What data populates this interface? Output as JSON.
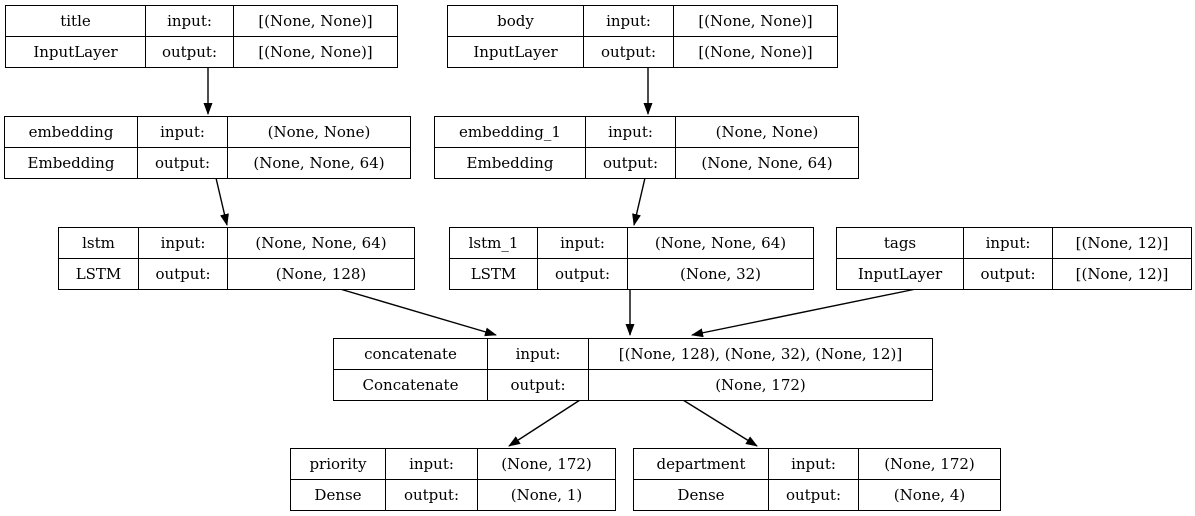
{
  "diagram": {
    "kind": "keras-model-plot",
    "background_color": "#ffffff",
    "line_color": "#000000"
  },
  "labels": {
    "input": "input:",
    "output": "output:"
  },
  "nodes": [
    {
      "id": "title",
      "name": "title",
      "type": "InputLayer",
      "input": "[(None, None)]",
      "output": "[(None, None)]"
    },
    {
      "id": "body",
      "name": "body",
      "type": "InputLayer",
      "input": "[(None, None)]",
      "output": "[(None, None)]"
    },
    {
      "id": "embedding",
      "name": "embedding",
      "type": "Embedding",
      "input": "(None, None)",
      "output": "(None, None, 64)"
    },
    {
      "id": "embedding_1",
      "name": "embedding_1",
      "type": "Embedding",
      "input": "(None, None)",
      "output": "(None, None, 64)"
    },
    {
      "id": "lstm",
      "name": "lstm",
      "type": "LSTM",
      "input": "(None, None, 64)",
      "output": "(None, 128)"
    },
    {
      "id": "lstm_1",
      "name": "lstm_1",
      "type": "LSTM",
      "input": "(None, None, 64)",
      "output": "(None, 32)"
    },
    {
      "id": "tags",
      "name": "tags",
      "type": "InputLayer",
      "input": "[(None, 12)]",
      "output": "[(None, 12)]"
    },
    {
      "id": "concatenate",
      "name": "concatenate",
      "type": "Concatenate",
      "input": "[(None, 128), (None, 32), (None, 12)]",
      "output": "(None, 172)"
    },
    {
      "id": "priority",
      "name": "priority",
      "type": "Dense",
      "input": "(None, 172)",
      "output": "(None, 1)"
    },
    {
      "id": "department",
      "name": "department",
      "type": "Dense",
      "input": "(None, 172)",
      "output": "(None, 4)"
    }
  ],
  "edges": [
    {
      "from": "title",
      "to": "embedding"
    },
    {
      "from": "body",
      "to": "embedding_1"
    },
    {
      "from": "embedding",
      "to": "lstm"
    },
    {
      "from": "embedding_1",
      "to": "lstm_1"
    },
    {
      "from": "lstm",
      "to": "concatenate"
    },
    {
      "from": "lstm_1",
      "to": "concatenate"
    },
    {
      "from": "tags",
      "to": "concatenate"
    },
    {
      "from": "concatenate",
      "to": "priority"
    },
    {
      "from": "concatenate",
      "to": "department"
    }
  ]
}
